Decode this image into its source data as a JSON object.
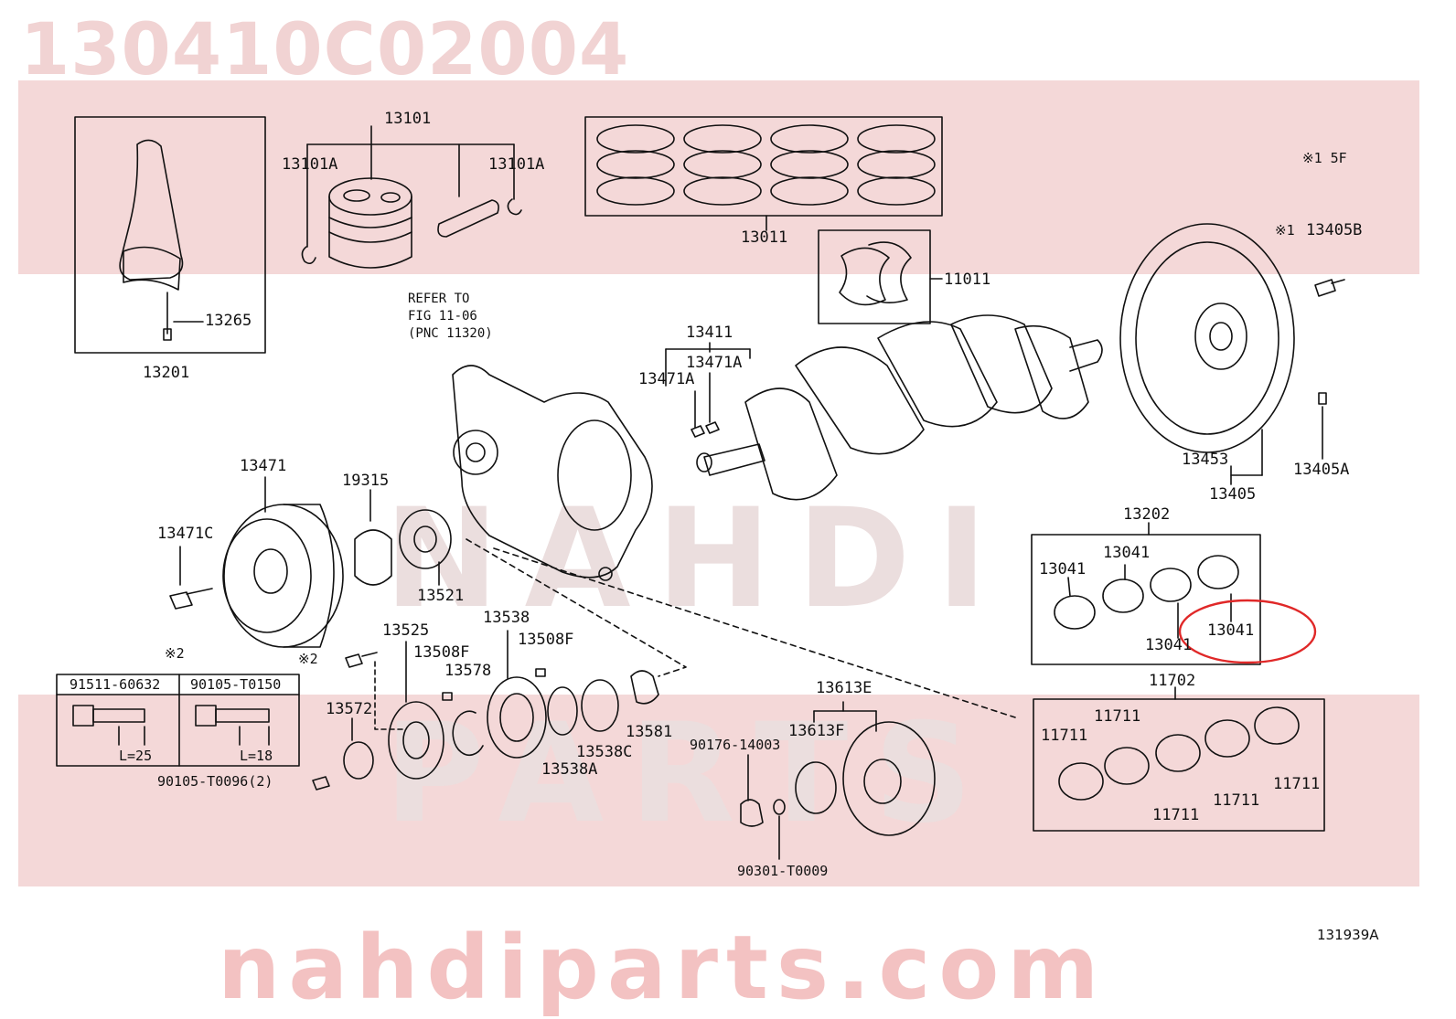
{
  "header": {
    "part_number": "130410C02004"
  },
  "footer": {
    "website": "nahdiparts.com",
    "diagram_code": "131939A"
  },
  "watermark": {
    "line1": "NAHDI",
    "line2": "PARTS"
  },
  "colors": {
    "band": "#f4d8d8",
    "highlight": "#e02828",
    "ink": "#111111"
  },
  "refer_note": {
    "line1": "REFER TO",
    "line2": "FIG 11-06",
    "line3": "(PNC 11320)"
  },
  "labels": {
    "p13101": "13101",
    "p13101A_left": "13101A",
    "p13101A_right": "13101A",
    "p13011": "13011",
    "p11011": "11011",
    "p13265": "13265",
    "p13201": "13201",
    "p13411": "13411",
    "p13471A_top": "13471A",
    "p13471A_left": "13471A",
    "p13405B": "13405B",
    "note_1": "※1",
    "note_1_5F": "※1 5F",
    "p13453": "13453",
    "p13405": "13405",
    "p13405A": "13405A",
    "p13471": "13471",
    "p19315": "19315",
    "p13471C": "13471C",
    "p13521": "13521",
    "p13202": "13202",
    "p13041_a": "13041",
    "p13041_b": "13041",
    "p13041_c": "13041",
    "p13041_d": "13041",
    "p11702": "11702",
    "p11711_a": "11711",
    "p11711_b": "11711",
    "p11711_c": "11711",
    "p11711_d": "11711",
    "p11711_e": "11711",
    "note_2": "※2",
    "note_2b": "※2",
    "p13525": "13525",
    "p13538": "13538",
    "p13508F_a": "13508F",
    "p13508F_b": "13508F",
    "p13578": "13578",
    "p13572": "13572",
    "p13581": "13581",
    "p13538C": "13538C",
    "p13538A": "13538A",
    "p13613E": "13613E",
    "p13613F": "13613F",
    "p90176": "90176-14003",
    "p90301": "90301-T0009",
    "p90105_T0096": "90105-T0096(2)"
  },
  "bolt_table": {
    "col1": "91511-60632",
    "col2": "90105-T0150",
    "len1": "L=25",
    "len2": "L=18"
  }
}
